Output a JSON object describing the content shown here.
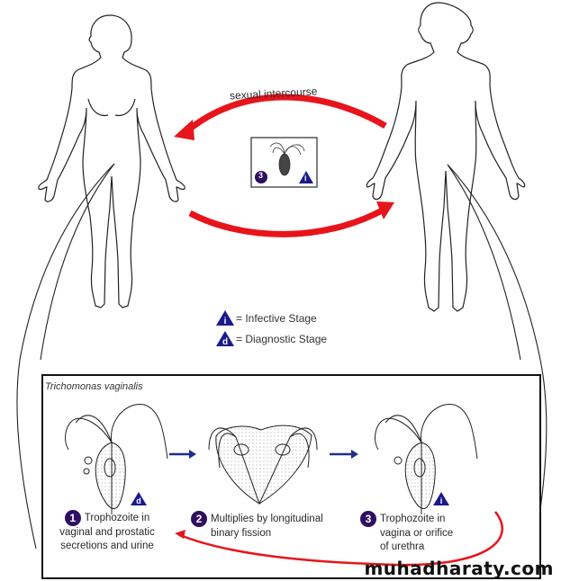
{
  "transmission": {
    "arrow_label": "sexual intercourse",
    "inset_stage_number": "3",
    "inset_stage_marker": "i"
  },
  "legend": {
    "items": [
      {
        "marker": "i",
        "label": "= Infective Stage"
      },
      {
        "marker": "d",
        "label": "= Diagnostic Stage"
      }
    ]
  },
  "life_cycle": {
    "title": "Trichomonas vaginalis",
    "steps": [
      {
        "number": "1",
        "line1": "Trophozoite in",
        "line2": "vaginal and prostatic",
        "line3": "secretions and urine",
        "marker": "d"
      },
      {
        "number": "2",
        "line1": "Multiplies by longitudinal",
        "line2": "binary fission",
        "line3": "",
        "marker": ""
      },
      {
        "number": "3",
        "line1": "Trophozoite in",
        "line2": "vagina or orifice",
        "line3": "of urethra",
        "marker": "i"
      }
    ]
  },
  "colors": {
    "arrow_red": "#e8141b",
    "marker_blue": "#1a1a8c",
    "number_purple": "#2f0f5f",
    "step_arrow_blue": "#1f2e8a"
  },
  "watermark": "muhadharaty.com"
}
